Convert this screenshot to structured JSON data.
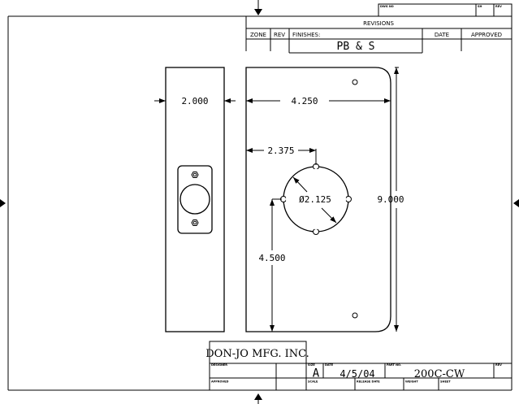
{
  "revisions": {
    "title": "REVISIONS",
    "headers": {
      "zone": "ZONE",
      "rev": "REV",
      "finishes": "FINISHES:",
      "date": "DATE",
      "approved": "APPROVED"
    },
    "finishes_value": "PB & S",
    "top_labels": {
      "dwg_no": "DWG NO",
      "sh": "SH",
      "rev": "REV"
    }
  },
  "dimensions": {
    "edge_width": "2.000",
    "plate_width": "4.250",
    "hole_offset_x": "2.375",
    "hole_diameter": "Ø2.125",
    "plate_height": "9.000",
    "hole_offset_y": "4.500"
  },
  "title_block": {
    "company": "DON-JO MFG. INC.",
    "labels": {
      "designer": "DESIGNER",
      "approved": "APPROVED",
      "size": "SIZE",
      "date": "DATE",
      "part_no": "PART NO.",
      "rev": "REV",
      "scale": "SCALE",
      "release_date": "RELEASE DATE",
      "weight": "WEIGHT",
      "sheet": "SHEET"
    },
    "size": "A",
    "date": "4/5/04",
    "part_no": "200C-CW"
  }
}
